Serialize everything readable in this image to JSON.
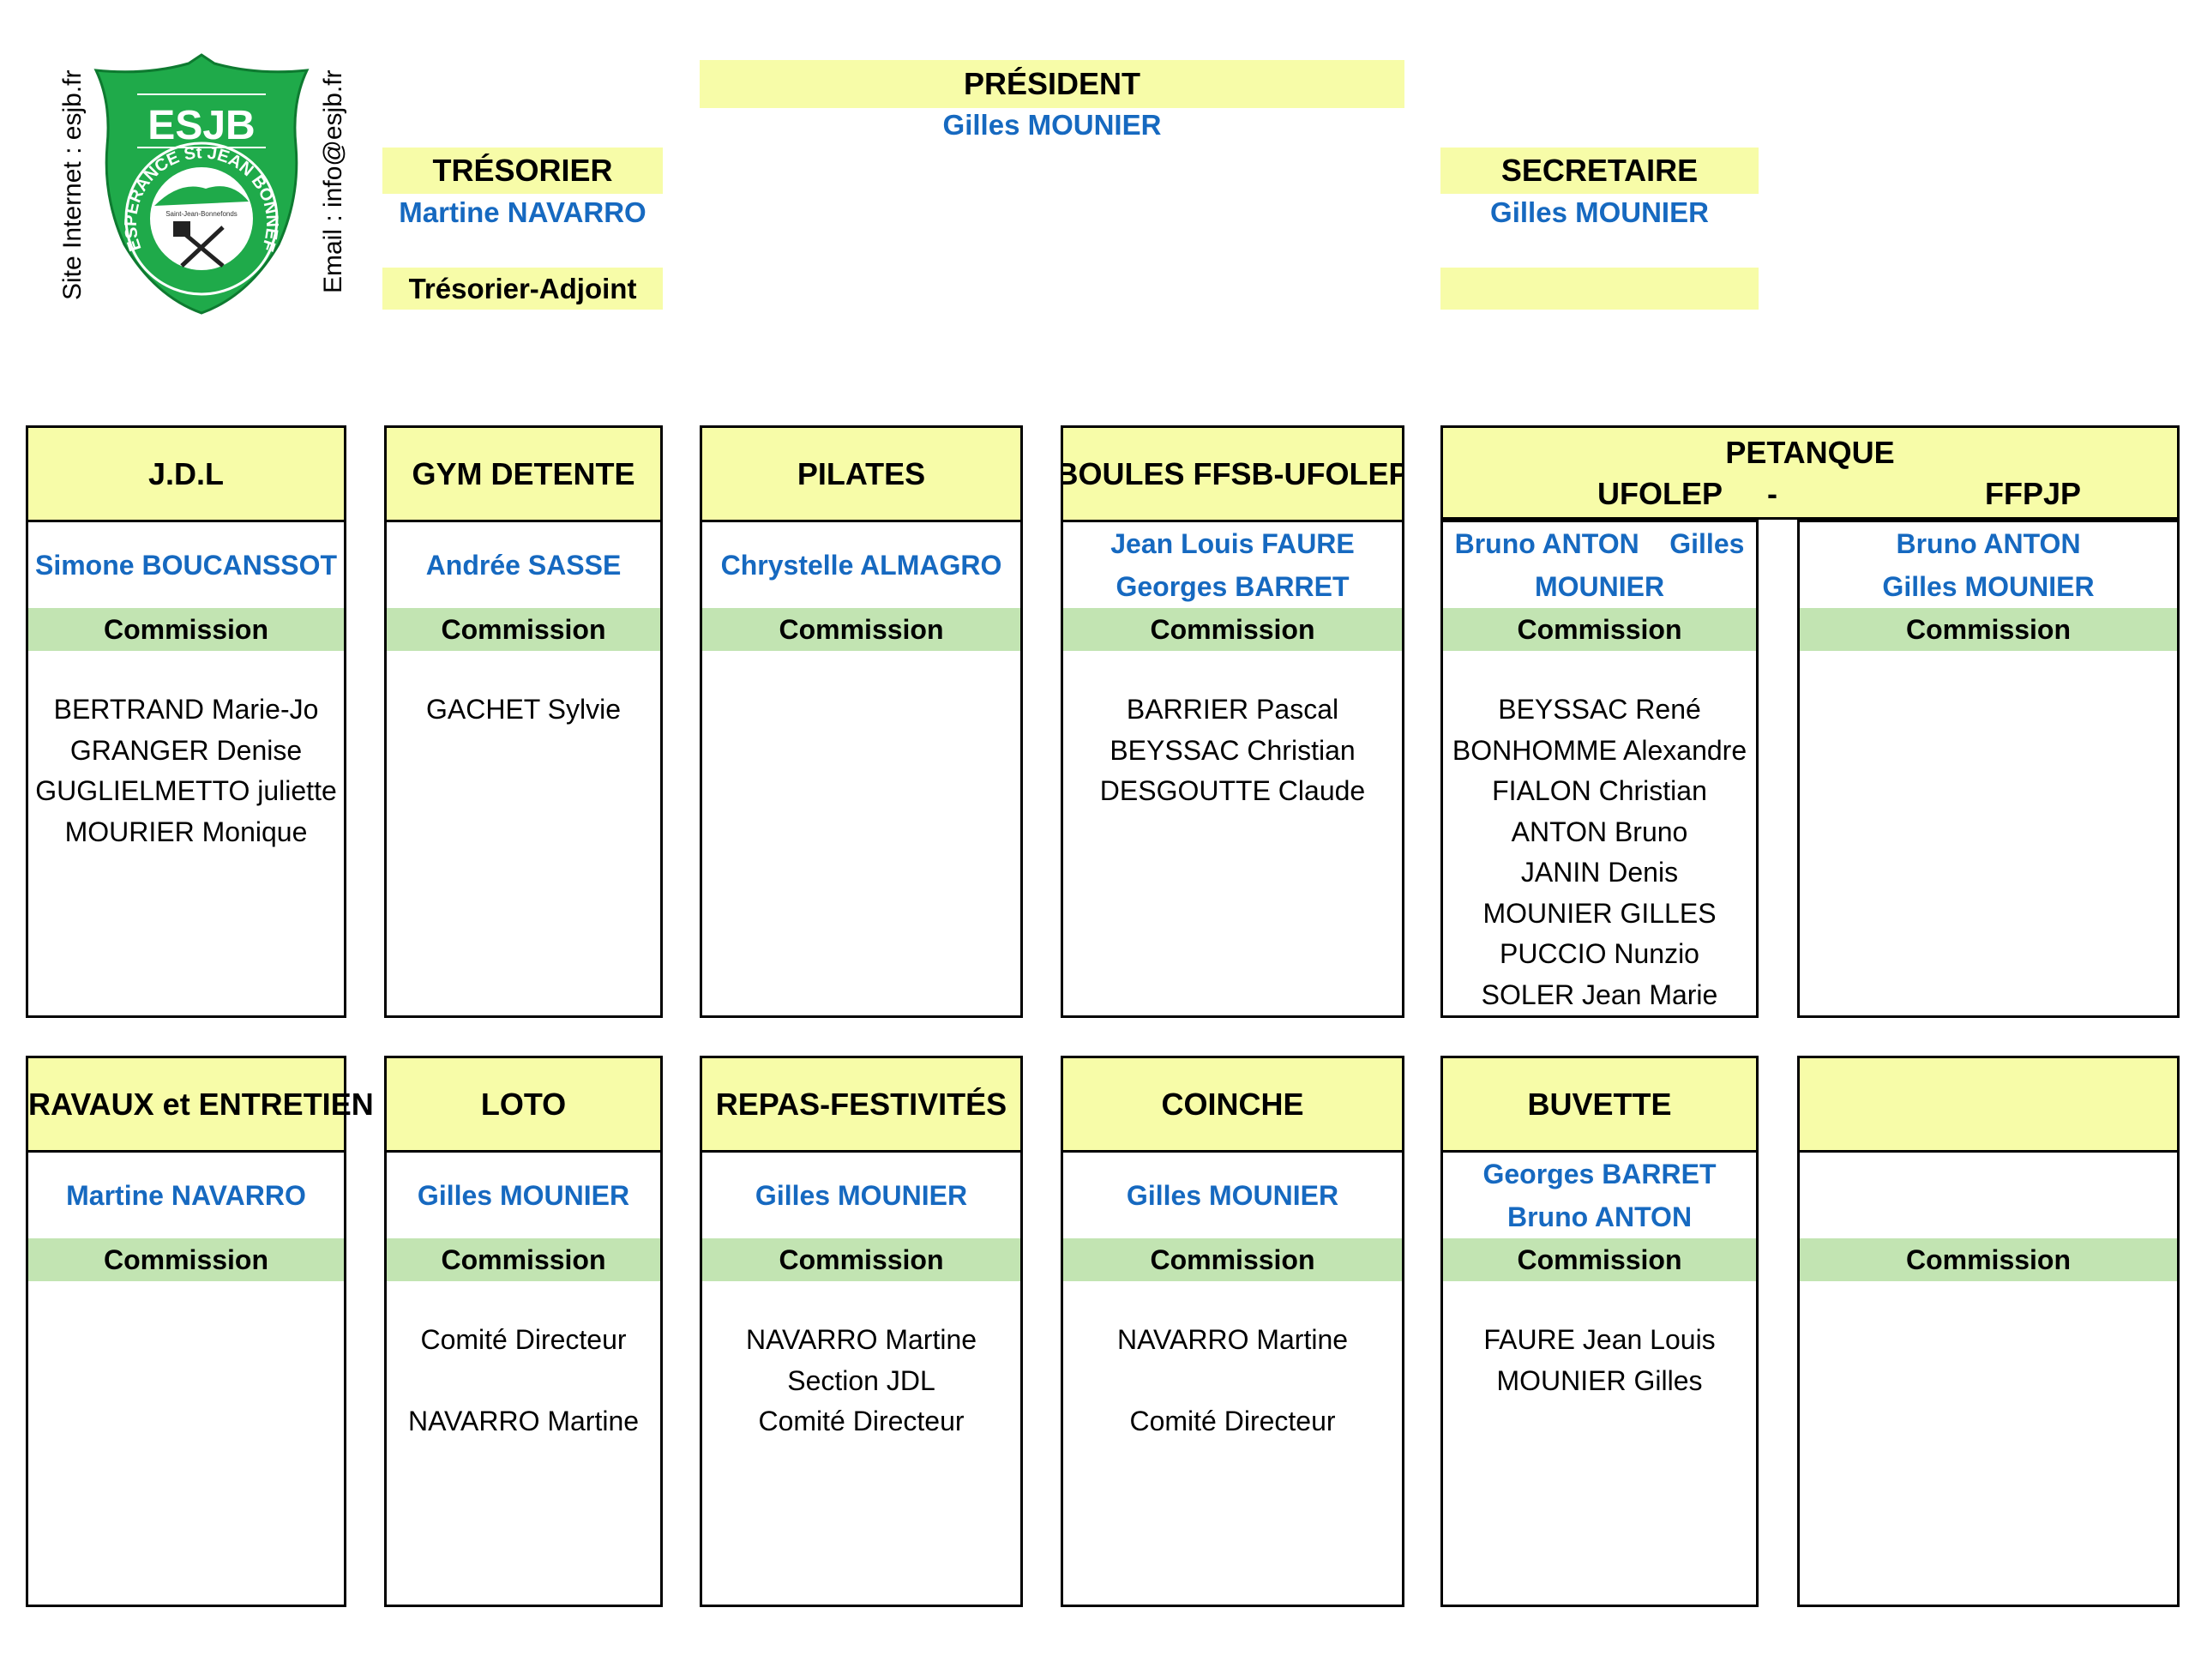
{
  "logo": {
    "text": "ESJB",
    "ring_text": "ESPERANCE St JEAN BONNEFONDS",
    "town": "Saint-Jean-Bonnefonds",
    "green": "#1faa4a"
  },
  "site_label": "Site Internet : esjb.fr",
  "email_label": "Email : info@esjb.fr",
  "bureau": {
    "president": {
      "title": "PRÉSIDENT",
      "name": "Gilles MOUNIER"
    },
    "tresorier": {
      "title": "TRÉSORIER",
      "name": "Martine NAVARRO"
    },
    "tresorier_adjoint": {
      "title": "Trésorier-Adjoint"
    },
    "secretaire": {
      "title": "SECRETAIRE",
      "name": "Gilles MOUNIER"
    }
  },
  "colors": {
    "band": "#f7fca8",
    "commission": "#c2e4b2",
    "name": "#1669c0"
  },
  "commission_label": "Commission",
  "sections": [
    {
      "title": "J.D.L",
      "responsables": [
        "Simone BOUCANSSOT"
      ],
      "members": [
        "BERTRAND Marie-Jo",
        "GRANGER Denise",
        "GUGLIELMETTO juliette",
        "MOURIER Monique"
      ]
    },
    {
      "title": "GYM DETENTE",
      "responsables": [
        "Andrée SASSE"
      ],
      "members": [
        "GACHET Sylvie"
      ]
    },
    {
      "title": "PILATES",
      "responsables": [
        "Chrystelle ALMAGRO"
      ],
      "members": []
    },
    {
      "title": "BOULES FFSB-UFOLEP",
      "responsables": [
        "Jean Louis FAURE",
        "Georges BARRET"
      ],
      "members": [
        "BARRIER Pascal",
        "BEYSSAC Christian",
        "DESGOUTTE Claude"
      ]
    },
    {
      "title": "",
      "responsables": [
        "Bruno ANTON    Gilles",
        "MOUNIER"
      ],
      "members": [
        "BEYSSAC René",
        "BONHOMME Alexandre",
        "FIALON Christian",
        "ANTON Bruno",
        "JANIN Denis",
        "MOUNIER GILLES",
        "PUCCIO Nunzio",
        "SOLER Jean Marie"
      ]
    },
    {
      "title": "",
      "responsables": [
        "Bruno ANTON",
        "Gilles MOUNIER"
      ],
      "members": []
    },
    {
      "title": "RAVAUX et ENTRETIEN",
      "responsables": [
        "Martine NAVARRO"
      ],
      "members": []
    },
    {
      "title": "LOTO",
      "responsables": [
        "Gilles MOUNIER"
      ],
      "members": [
        "Comité Directeur",
        "",
        "NAVARRO Martine"
      ]
    },
    {
      "title": "REPAS-FESTIVITÉS",
      "responsables": [
        "Gilles MOUNIER"
      ],
      "members": [
        "NAVARRO Martine",
        "Section JDL",
        "Comité Directeur"
      ]
    },
    {
      "title": "COINCHE",
      "responsables": [
        "Gilles MOUNIER"
      ],
      "members": [
        "NAVARRO Martine",
        "",
        "Comité Directeur"
      ]
    },
    {
      "title": "BUVETTE",
      "responsables": [
        "Georges BARRET",
        "Bruno ANTON"
      ],
      "members": [
        "FAURE Jean Louis",
        "MOUNIER Gilles"
      ]
    },
    {
      "title": "",
      "responsables": [],
      "members": []
    }
  ],
  "petanque": {
    "title": "PETANQUE",
    "left": "UFOLEP",
    "sep": "-",
    "right": "FFPJP"
  }
}
